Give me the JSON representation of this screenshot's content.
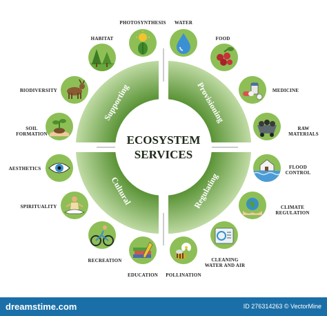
{
  "title": "ECOSYSTEM SERVICES",
  "categories": {
    "supporting": "Supporting",
    "provisioning": "Provisioning",
    "cultural": "Cultural",
    "regulating": "Regulating"
  },
  "items": {
    "habitat": "HABITAT",
    "photosynthesis": "PHOTOSYNTHESIS",
    "water": "WATER",
    "food": "FOOD",
    "biodiversity": "BIODIVERSITY",
    "medicine": "MEDICINE",
    "soil_formation": "SOIL\nFORMATION",
    "raw_materials": "RAW\nMATERIALS",
    "aesthetics": "AESTHETICS",
    "flood_control": "FLOOD\nCONTROL",
    "spirituality": "SPIRITUALITY",
    "climate_regulation": "CLIMATE\nREGULATION",
    "recreation": "RECREATION",
    "cleaning_water_air": "CLEANING\nWATER AND AIR",
    "education": "EDUCATION",
    "pollination": "POLLINATION"
  },
  "footer": {
    "brand": "dreamstime.com",
    "id_text": "ID 276314263 © VectorMine"
  },
  "colors": {
    "wedge_dark": "#5f9a35",
    "wedge_light": "#cfe5b3",
    "icon_bg": "#8dbf56",
    "footer_bg": "#1b6fa8"
  }
}
